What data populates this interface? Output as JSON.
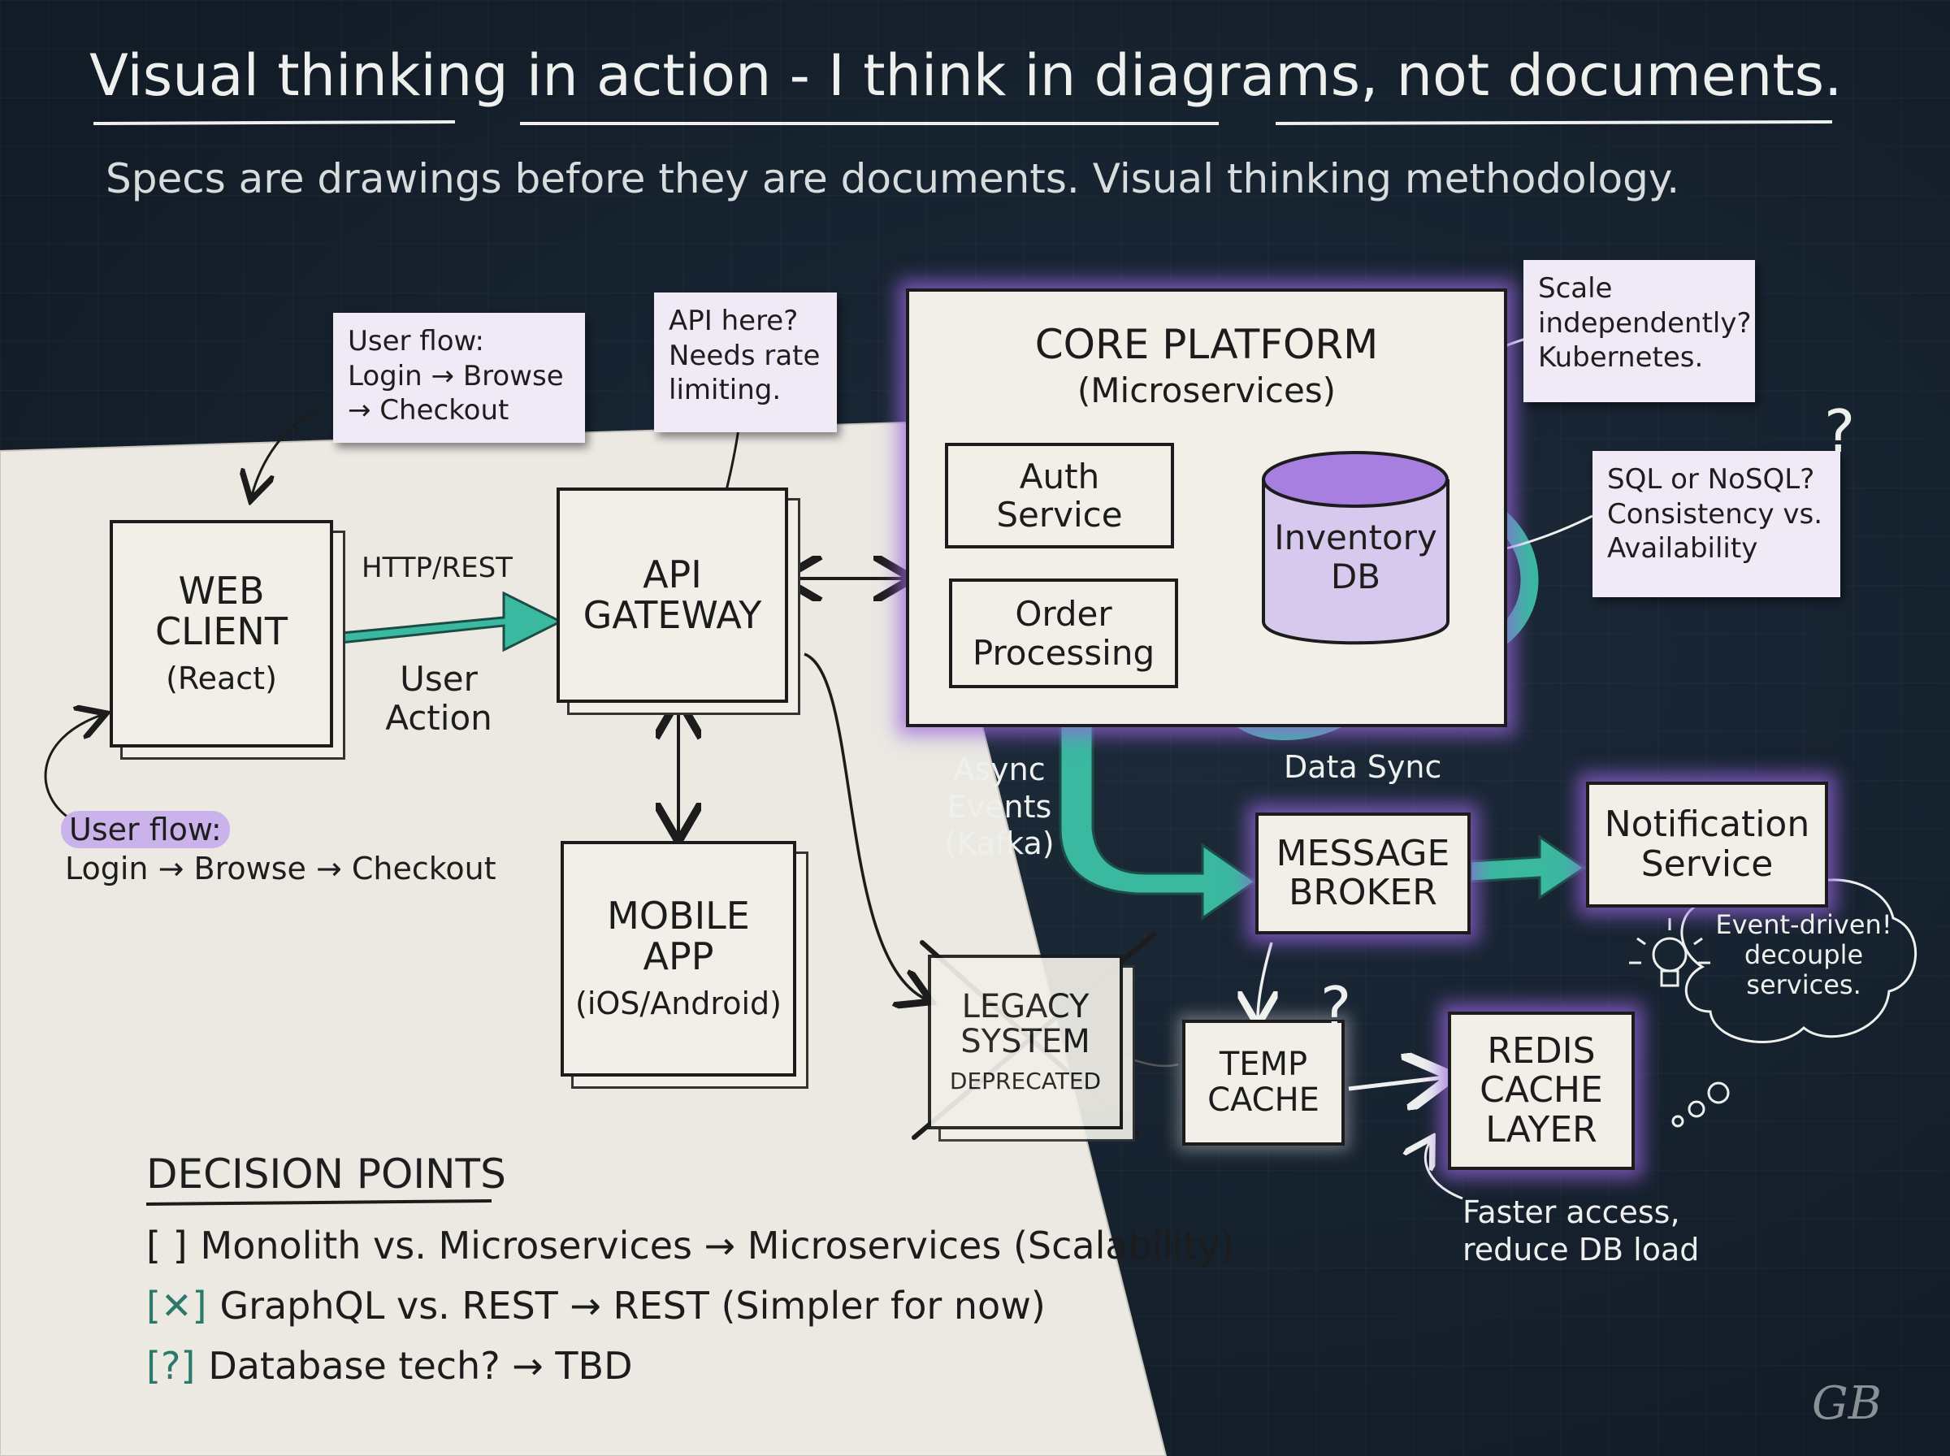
{
  "title": "Visual thinking in action - I think in diagrams, not documents.",
  "subtitle": "Specs are drawings before they are documents. Visual thinking methodology.",
  "nodes": {
    "web_client": {
      "label": "WEB\nCLIENT",
      "sub": "(React)"
    },
    "api_gateway": {
      "label": "API\nGATEWAY"
    },
    "mobile_app": {
      "label": "MOBILE\nAPP",
      "sub": "(iOS/Android)"
    },
    "core_platform": {
      "title": "CORE PLATFORM",
      "sub": "(Microservices)"
    },
    "auth_service": {
      "label": "Auth\nService"
    },
    "order_processing": {
      "label": "Order\nProcessing"
    },
    "inventory_db": {
      "label": "Inventory\nDB"
    },
    "message_broker": {
      "label": "MESSAGE\nBROKER"
    },
    "notification_service": {
      "label": "Notification\nService"
    },
    "legacy_system": {
      "label": "LEGACY\nSYSTEM",
      "sub": "DEPRECATED"
    },
    "temp_cache": {
      "label": "TEMP\nCACHE"
    },
    "redis_cache": {
      "label": "REDIS\nCACHE\nLAYER"
    }
  },
  "edge_labels": {
    "http_rest": "HTTP/REST",
    "user_action": "User\nAction",
    "async_events": "Async\nEvents\n(Kafka)",
    "data_sync": "Data Sync"
  },
  "stickies": {
    "user_flow": "User flow:\nLogin → Browse\n→ Checkout",
    "api_here": "API here?\nNeeds rate\nlimiting.",
    "scale": "Scale\nindependently?\nKubernetes.",
    "sql_nosql": "SQL or NoSQL?\nConsistency vs.\nAvailability"
  },
  "annotations": {
    "user_flow_tag": "User flow:",
    "user_flow_path": "Login → Browse → Checkout",
    "thought_bubble": "Event-driven!\ndecouple\nservices.",
    "faster_access": "Faster access,\nreduce DB load",
    "question_mark": "?"
  },
  "decision_points": {
    "heading": "DECISION POINTS",
    "items": [
      {
        "mark": "[ ]",
        "text": "Monolith vs. Microservices → Microservices (Scalability)"
      },
      {
        "mark": "[✕]",
        "text": "GraphQL vs. REST → REST (Simpler for now)"
      },
      {
        "mark": "[?]",
        "text": "Database tech? → TBD"
      }
    ]
  },
  "signature": "GB",
  "colors": {
    "board": "#172230",
    "paper": "#ebe9e2",
    "teal": "#3ab8a0",
    "purple_glow": "#9a6ee0",
    "ink": "#1c1c1c"
  }
}
